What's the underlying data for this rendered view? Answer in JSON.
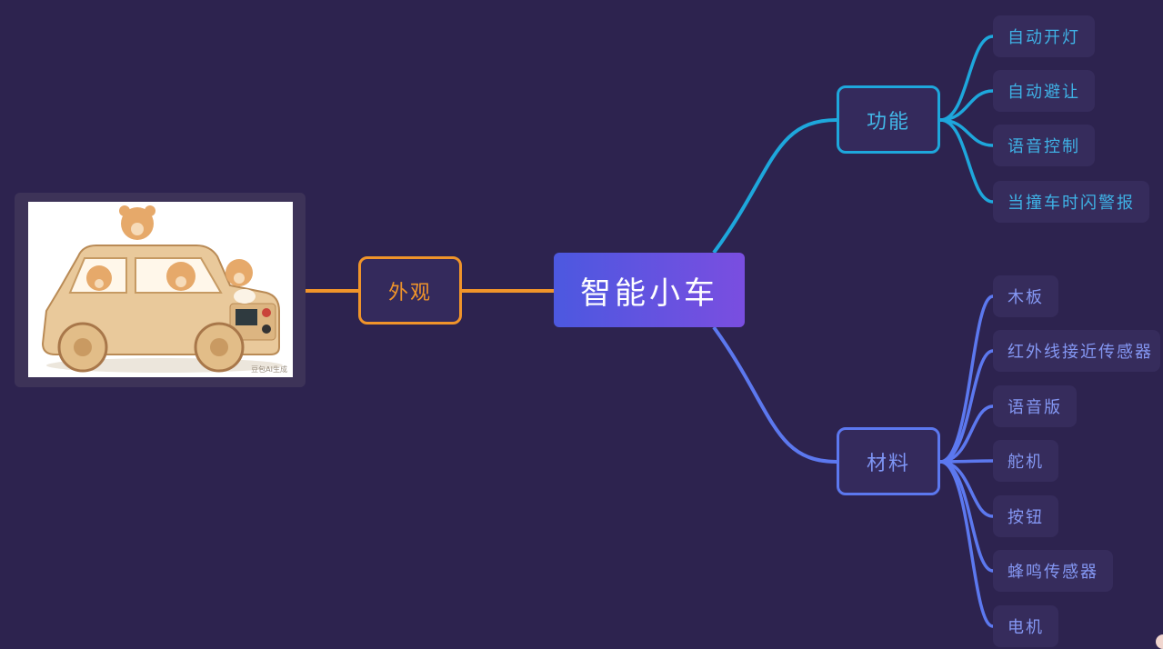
{
  "root": {
    "label": "智能小车"
  },
  "branches": {
    "function": {
      "label": "功能",
      "color": "#1ea7dc",
      "items": [
        "自动开灯",
        "自动避让",
        "语音控制",
        "当撞车时闪警报"
      ]
    },
    "materials": {
      "label": "材料",
      "color": "#5c78ef",
      "items": [
        "木板",
        "红外线接近传感器",
        "语音版",
        "舵机",
        "按钮",
        "蜂鸣传感器",
        "电机"
      ]
    },
    "appearance": {
      "label": "外观",
      "color": "#f0942a",
      "image": {
        "subject": "wooden toy car with teddy bears",
        "watermark": "豆包AI生成"
      }
    }
  },
  "colors": {
    "background": "#2d234f",
    "root_gradient_start": "#4c58e0",
    "root_gradient_end": "#7a4ee0"
  }
}
